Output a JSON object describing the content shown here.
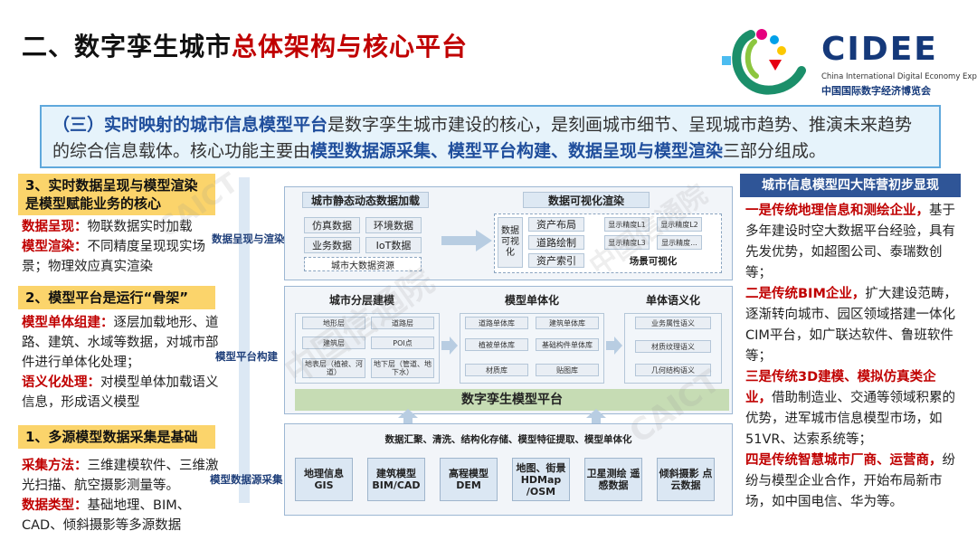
{
  "title": {
    "part1": "二、数字孪生城市",
    "part2": "总体架构与核心平台"
  },
  "logo": {
    "word": "CIDEE",
    "english": "China International Digital Economy Expo",
    "chinese": "中国国际数字经济博览会"
  },
  "intro": {
    "seg1": "（三）实时映射的城市信息模型平台",
    "seg2": "是数字孪生城市建设的核心，是刻画城市细节、呈现城市趋势、推演未来趋势的综合信息载体。核心功能主要由",
    "seg3": "模型数据源采集、模型平台构建、数据呈现与模型渲染",
    "seg4": "三部分组成。"
  },
  "left": {
    "s3": {
      "head1": "3、实时数据呈现与模型渲染",
      "head2": "是模型赋能业务的核心",
      "k1": "数据呈现：",
      "v1": "物联数据实时加载",
      "k2": "模型渲染：",
      "v2": "不同精度呈现现实场景；物理效应真实渲染"
    },
    "s2": {
      "head": "2、模型平台是运行“骨架”",
      "k1": "模型单体组建：",
      "v1": "逐层加载地形、道路、建筑、水域等数据，对城市部件进行单体化处理；",
      "k2": "语义化处理：",
      "v2": "对模型单体加载语义信息，形成语义模型"
    },
    "s1": {
      "head": "1、多源模型数据采集是基础",
      "k1": "采集方法：",
      "v1": "三维建模软件、三维激光扫描、航空摄影测量等。",
      "k2": "数据类型：",
      "v2": "基础地理、BIM、CAD、倾斜摄影等多源数据"
    }
  },
  "right": {
    "head": "城市信息模型四大阵营初步显现",
    "p1k": "一是传统地理信息和测绘企业，",
    "p1v": "基于多年建设时空大数据平台经验，具有先发优势，如超图公司、泰瑞数创等；",
    "p2k": "二是传统BIM企业，",
    "p2v": "扩大建设范畴，逐渐转向城市、园区领域搭建一体化CIM平台，如广联达软件、鲁班软件等；",
    "p3k": "三是传统3D建模、模拟仿真类企业，",
    "p3v": "借助制造业、交通等领域积累的优势，进军城市信息模型市场，如51VR、达索系统等；",
    "p4k": "四是传统智慧城市厂商、运营商，",
    "p4v": "纷纷与模型企业合作，开始布局新市场，如中国电信、华为等。"
  },
  "diagram": {
    "side": {
      "top": "数据呈现与渲染",
      "mid": "模型平台构建",
      "bottom": "模型数据源采集"
    },
    "top": {
      "load_title": "城市静态动态数据加载",
      "cells": [
        "仿真数据",
        "环境数据",
        "业务数据",
        "IoT数据"
      ],
      "bigdata": "城市大数据资源",
      "vis_title": "数据可视化渲染",
      "vis_side": "数据可视化",
      "vis_cells": [
        "资产布局",
        "道路绘制",
        "资产索引"
      ],
      "lod": [
        "显示精度L1",
        "显示精度L2",
        "显示精度L3",
        "显示精度..."
      ],
      "scene": "场景可视化"
    },
    "mid": {
      "layer_title": "城市分层建模",
      "layer_cells": [
        "地形层",
        "道路层",
        "建筑层",
        "POI点",
        "地表层（植被、河道）",
        "地下层（管道、地下水）"
      ],
      "single_title": "模型单体化",
      "single_cells": [
        "道路单体库",
        "建筑单体库",
        "植被单体库",
        "基础构件单体库",
        "材质库",
        "贴图库"
      ],
      "sem_title": "单体语义化",
      "sem_cells": [
        "业务属性语义",
        "材质纹理语义",
        "几何结构语义"
      ],
      "platform": "数字孪生模型平台"
    },
    "bottom": {
      "process": "数据汇聚、清洗、结构化存储、模型特征提取、模型单体化",
      "sources": [
        "地理信息 GIS",
        "建筑模型 BIM/CAD",
        "高程模型 DEM",
        "地图、街景 HDMap /OSM",
        "卫星测绘 遥感数据",
        "倾斜摄影 点云数据"
      ]
    }
  },
  "watermark": {
    "cn": "中国信通院",
    "en": "CAICT"
  }
}
